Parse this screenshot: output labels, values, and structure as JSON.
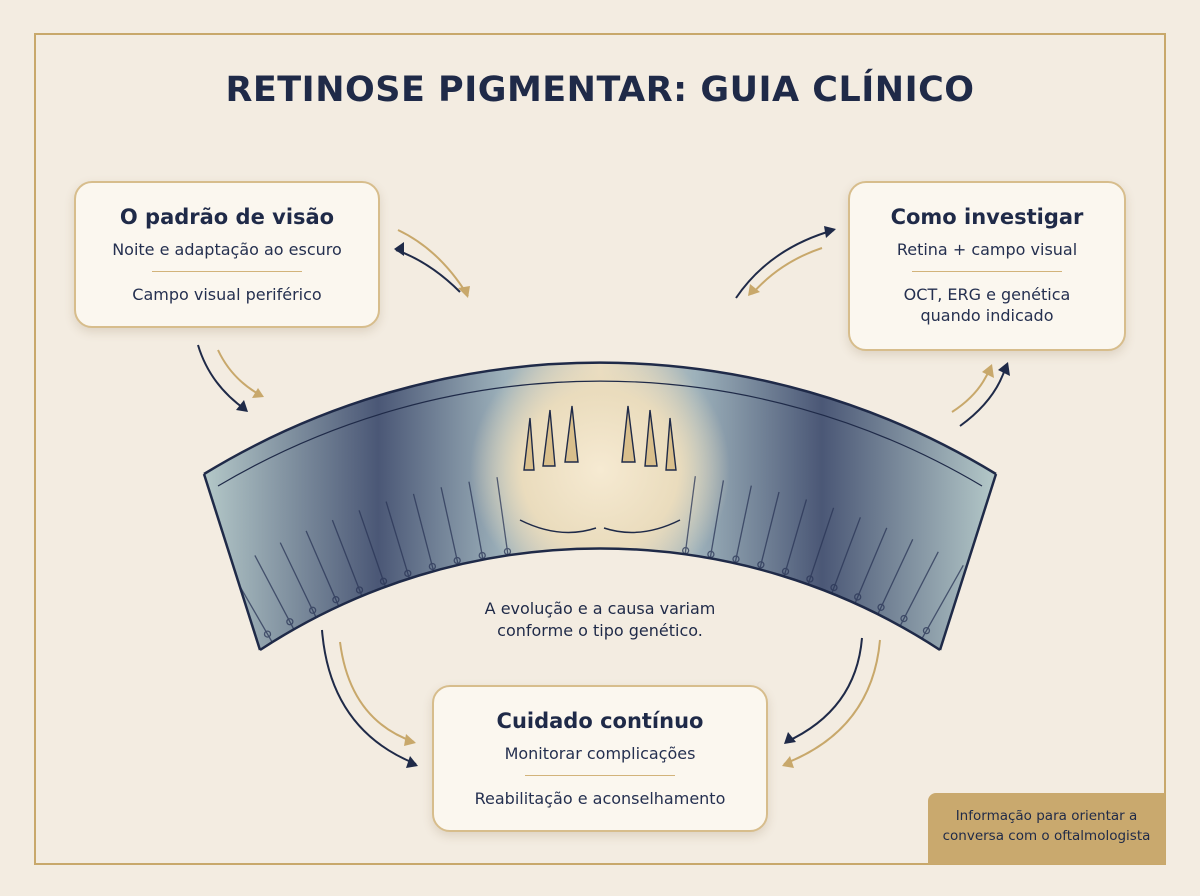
{
  "title": "RETINOSE PIGMENTAR: GUIA CLÍNICO",
  "cards": {
    "vision": {
      "heading": "O padrão de visão",
      "line1": "Noite e adaptação ao escuro",
      "line2": "Campo visual periférico"
    },
    "investigate": {
      "heading": "Como investigar",
      "line1": "Retina + campo visual",
      "line2a": "OCT, ERG e genética",
      "line2b": "quando indicado"
    },
    "care": {
      "heading": "Cuidado contínuo",
      "line1": "Monitorar complicações",
      "line2": "Reabilitação e aconselhamento"
    }
  },
  "center_note": {
    "line1": "A evolução e a causa variam",
    "line2": "conforme o tipo genético."
  },
  "footer": {
    "line1": "Informação para orientar a",
    "line2": "conversa com o oftalmologista"
  },
  "colors": {
    "navy": "#1f2a48",
    "gold": "#c8a86b",
    "background": "#f3ece1",
    "card": "#fbf7ef"
  }
}
